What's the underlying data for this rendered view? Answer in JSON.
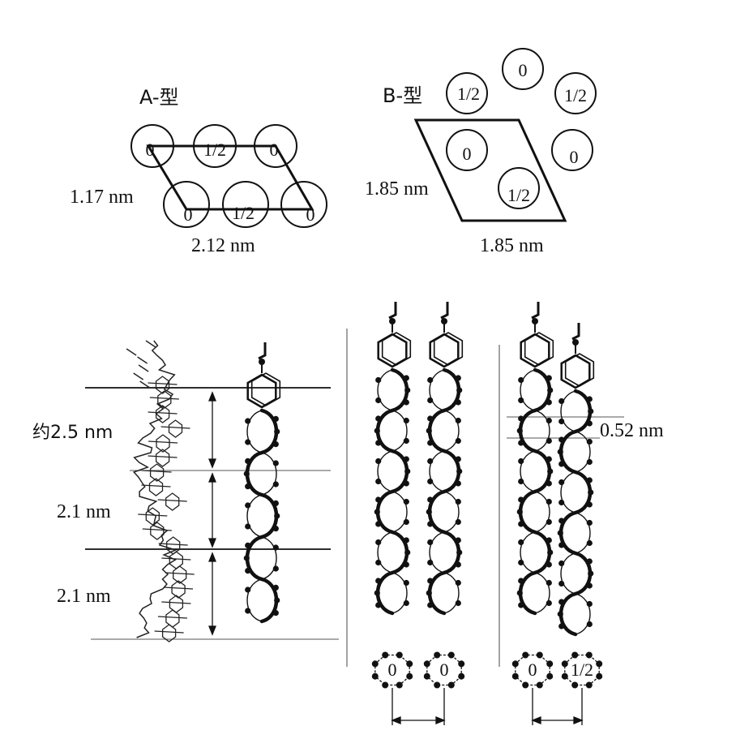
{
  "a_form": {
    "title": "A-型",
    "top_row": [
      "0",
      "1/2",
      "0"
    ],
    "bottom_row": [
      "0",
      "1/2",
      "0"
    ],
    "dim_side": "1.17 nm",
    "dim_bottom": "2.12 nm"
  },
  "b_form": {
    "title": "B-型",
    "outer_labels": [
      "0",
      "1/2",
      "1/2",
      "0"
    ],
    "inner_labels": [
      "0",
      "1/2"
    ],
    "dim_side": "1.85 nm",
    "dim_bottom": "1.85 nm"
  },
  "helix_section": {
    "top_segment": "约2.5 nm",
    "mid_segment": "2.1 nm",
    "bottom_segment": "2.1 nm",
    "rise": "0.52 nm"
  },
  "cross_sections": {
    "parallel": [
      "0",
      "0"
    ],
    "antiparallel": [
      "0",
      "1/2"
    ]
  }
}
